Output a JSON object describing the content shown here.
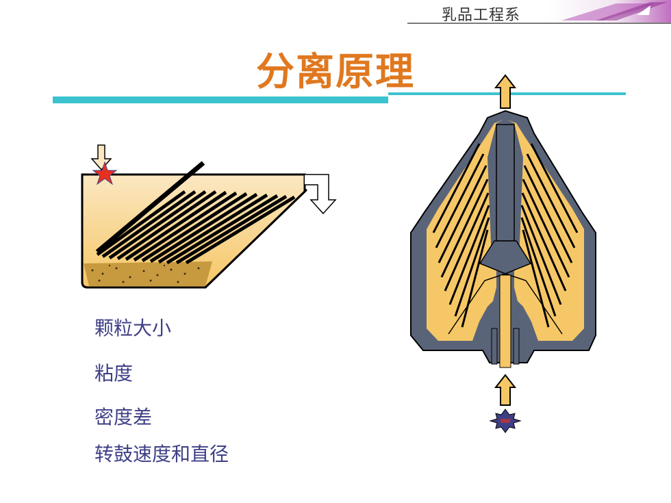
{
  "header": {
    "department": "乳品工程系"
  },
  "slide": {
    "title": "分离原理"
  },
  "factors": [
    "颗粒大小",
    "粘度",
    "密度差",
    "转鼓速度和直径"
  ],
  "colors": {
    "accent_title": "#e07820",
    "rule": "#3cc3cf",
    "text": "#3e3f86",
    "fill": "#f6c766",
    "housing": "#5a6478"
  }
}
